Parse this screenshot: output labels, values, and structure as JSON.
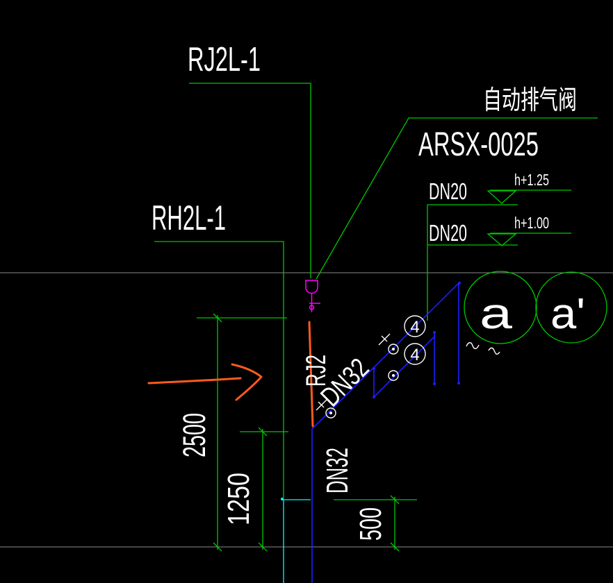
{
  "risers": {
    "rj_label": "RJ2L-1",
    "rh_label": "RH2L-1"
  },
  "air_valve": {
    "name": "自动排气阀",
    "model": "ARSX-0025"
  },
  "outlets": [
    {
      "size": "DN20",
      "elevation": "h+1.25"
    },
    {
      "size": "DN20",
      "elevation": "h+1.00"
    }
  ],
  "pipes": {
    "riser_tag": "RJ2",
    "branch_size": "DN32",
    "main_size": "DN32"
  },
  "nodes": {
    "a": "a",
    "a_prime": "a'"
  },
  "fitting_tags": [
    "4",
    "4"
  ],
  "dimensions": [
    "2500",
    "1250",
    "500"
  ],
  "colors": {
    "bg": "#000000",
    "text": "#ffffff",
    "leader": "#00c800",
    "pipe": "#1e1eff",
    "valve": "#ff00ff",
    "markup": "#ff5a1f",
    "cyan": "#00ffff",
    "grid": "#8a8a8a"
  }
}
